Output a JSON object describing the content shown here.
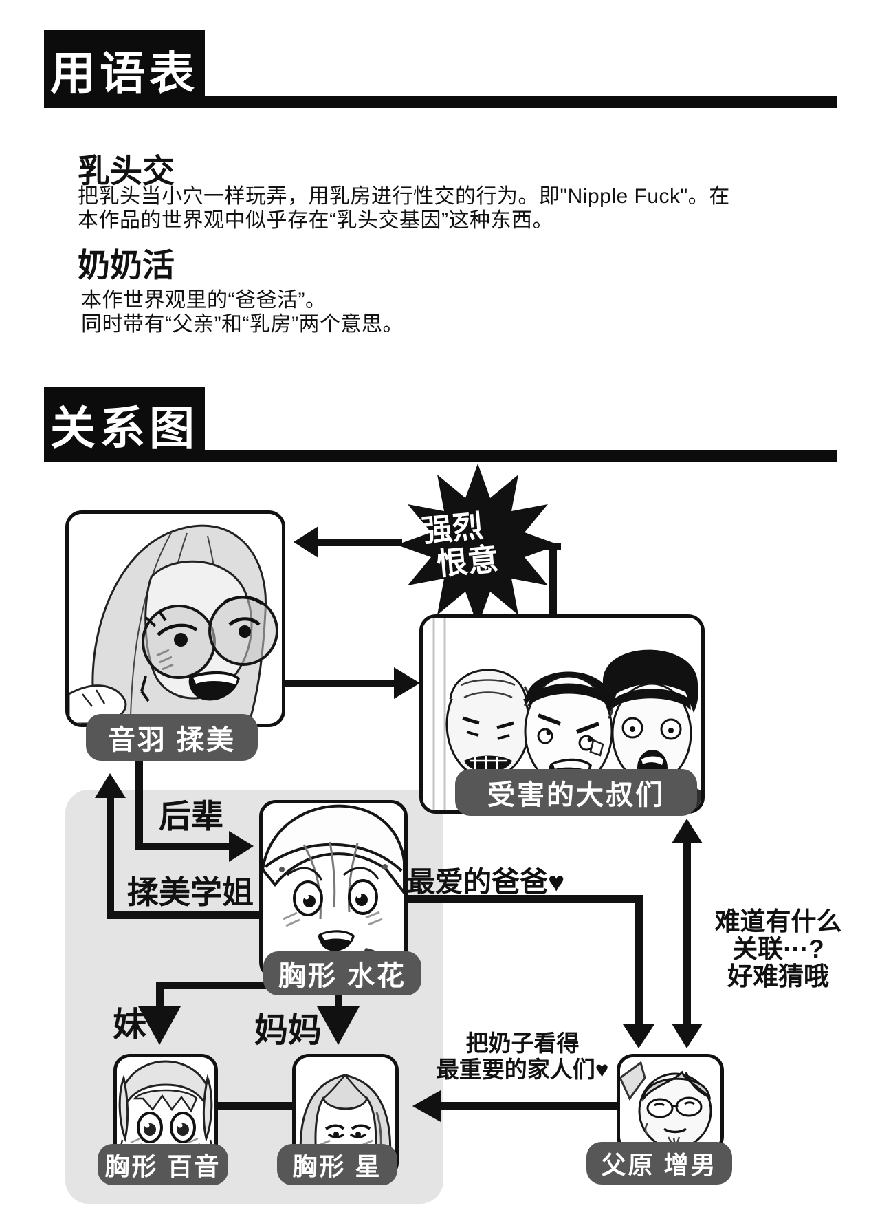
{
  "glossary": {
    "header": "用语表",
    "terms": [
      {
        "name": "乳头交",
        "lines": [
          "把乳头当小穴一样玩弄，用乳房进行性交的行为。即\"Nipple Fuck\"。在",
          "本作品的世界观中似乎存在“乳头交基因”这种东西。"
        ]
      },
      {
        "name": "奶奶活",
        "lines": [
          "本作世界观里的“爸爸活”。",
          "同时带有“父亲”和“乳房”两个意思。"
        ]
      }
    ]
  },
  "diagram": {
    "header": "关系图",
    "characters": [
      {
        "id": "otoha",
        "label": "音羽 揉美"
      },
      {
        "id": "uncles",
        "label": "受害的大叔们"
      },
      {
        "id": "mizuka",
        "label": "胸形 水花"
      },
      {
        "id": "mone",
        "label": "胸形 百音"
      },
      {
        "id": "hoshi",
        "label": "胸形 星"
      },
      {
        "id": "chichihara",
        "label": "父原 增男"
      }
    ],
    "relations": {
      "hatred_line1": "强烈",
      "hatred_line2": "恨意",
      "junior": "后辈",
      "senior": "揉美学姐",
      "beloved_papa": "最爱的爸爸♥",
      "sister": "妹",
      "mama": "妈妈",
      "family_line1": "把奶子看得",
      "family_line2": "最重要的家人们♥",
      "wonder_line1": "难道有什么",
      "wonder_line2": "关联···?",
      "wonder_line3": "好难猜哦"
    },
    "colors": {
      "pill_bg": "#575757",
      "pill_text": "#ffffff",
      "panel_bg": "#e4e4e4"
    }
  }
}
